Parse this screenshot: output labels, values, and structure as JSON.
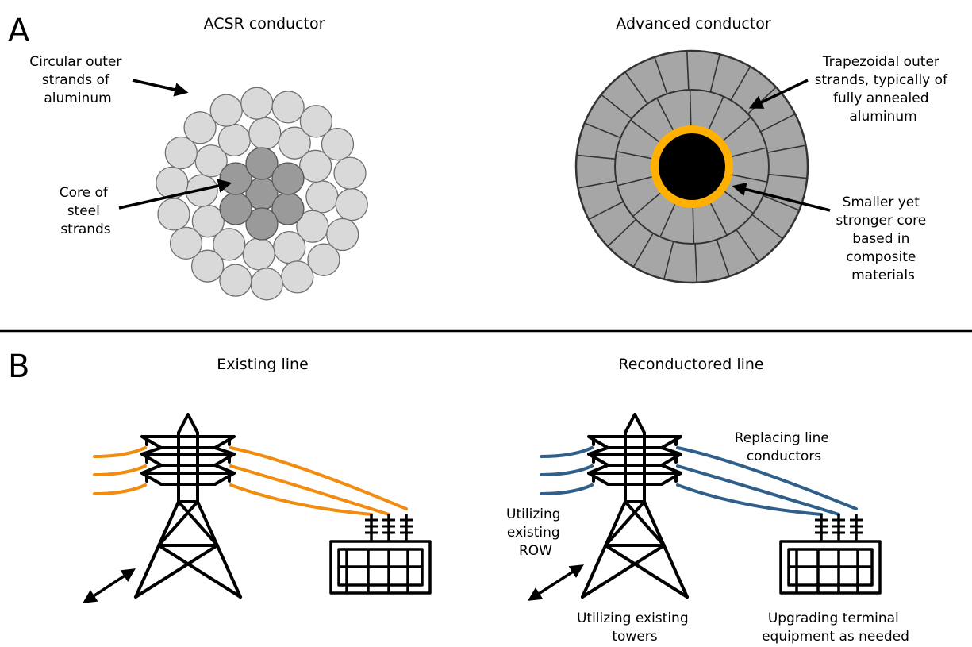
{
  "panel_a": {
    "letter": "A",
    "acsr": {
      "title": "ACSR conductor",
      "outer_label": [
        "Circular outer",
        "strands of",
        "aluminum"
      ],
      "core_label": [
        "Core of",
        "steel",
        "strands"
      ]
    },
    "advanced": {
      "title": "Advanced conductor",
      "outer_label": [
        "Trapezoidal outer",
        "strands, typically of",
        "fully annealed",
        "aluminum"
      ],
      "core_label": [
        "Smaller yet",
        "stronger core",
        "based in",
        "composite",
        "materials"
      ]
    }
  },
  "panel_b": {
    "letter": "B",
    "existing": {
      "title": "Existing line"
    },
    "reconductored": {
      "title": "Reconductored line",
      "conductor_label": [
        "Replacing line",
        "conductors"
      ],
      "row_label": [
        "Utilizing",
        "existing",
        "ROW"
      ],
      "tower_label": [
        "Utilizing existing",
        "towers"
      ],
      "terminal_label": [
        "Upgrading terminal",
        "equipment as needed"
      ]
    }
  },
  "colors": {
    "aluminum_strand": "#d9d9d9",
    "steel_strand": "#9a9a9a",
    "trapezoid_strand": "#a6a6a6",
    "composite_core_ring": "#ffb000",
    "composite_core": "#000000",
    "existing_line": "#f28c0f",
    "new_line": "#2f5f8a"
  }
}
